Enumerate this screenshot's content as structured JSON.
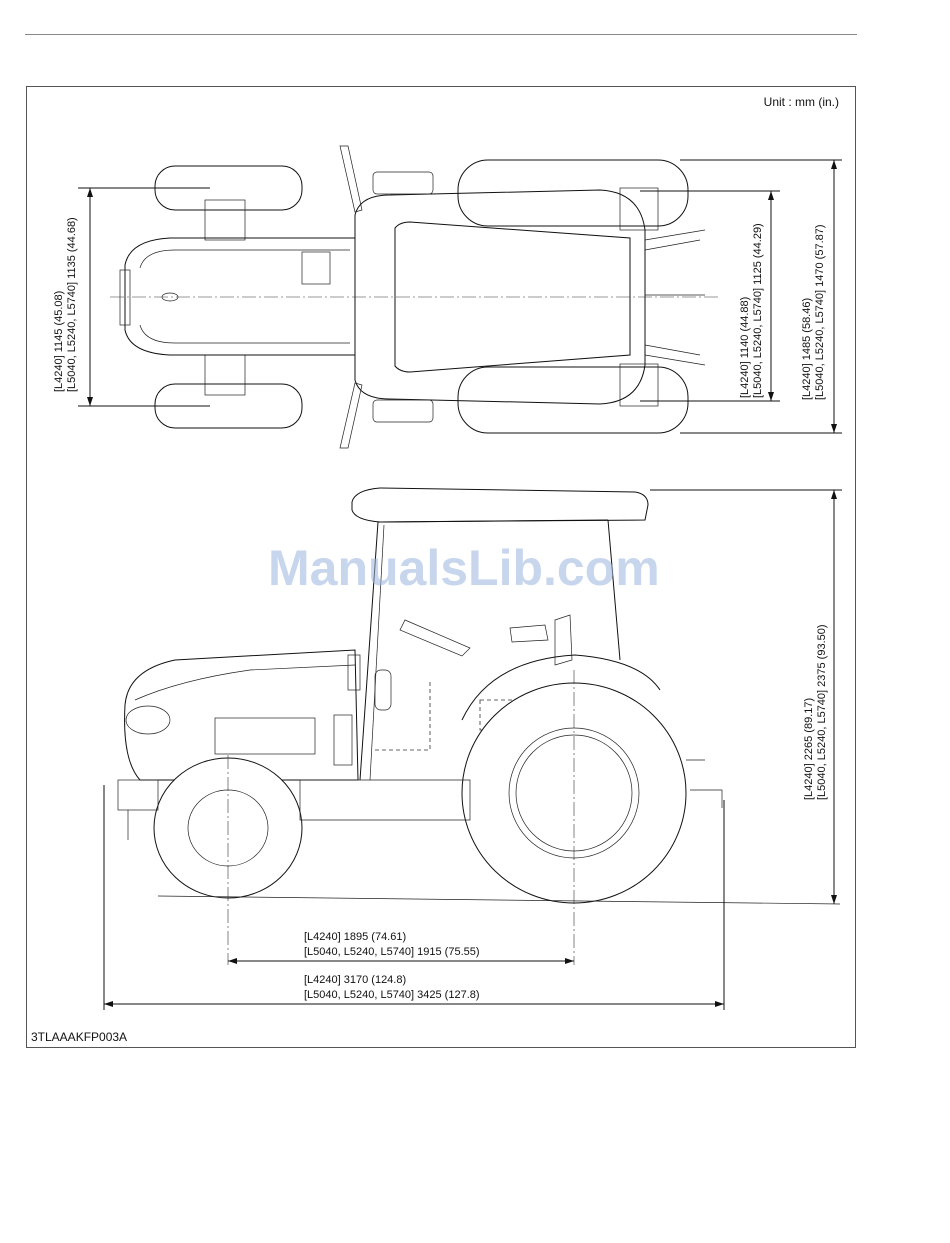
{
  "unit_label": "Unit : mm (in.)",
  "figure_code": "3TLAAAKFP003A",
  "watermark": "ManualsLib.com",
  "top_view": {
    "front_tread": "[L4240] 1145 (45.08)  [L5040, L5240, L5740] 1135 (44.68)",
    "front_tread_l1": "[L4240] 1145 (45.08)",
    "front_tread_l2": "[L5040, L5240, L5740] 1135 (44.68)",
    "rear_tread_l1": "[L4240] 1140 (44.88)",
    "rear_tread_l2": "[L5040, L5240, L5740] 1125 (44.29)",
    "overall_width_l1": "[L4240] 1485 (58.46)",
    "overall_width_l2": "[L5040, L5240, L5740] 1470 (57.87)"
  },
  "side_view": {
    "height_l1": "[L4240] 2265 (89.17)",
    "height_l2": "[L5040, L5240, L5740] 2375 (93.50)",
    "wheelbase_l1": "[L4240] 1895 (74.61)",
    "wheelbase_l2": "[L5040, L5240, L5740] 1915 (75.55)",
    "length_l1": "[L4240] 3170 (124.8)",
    "length_l2": "[L5040, L5240, L5740] 3425 (127.8)"
  }
}
